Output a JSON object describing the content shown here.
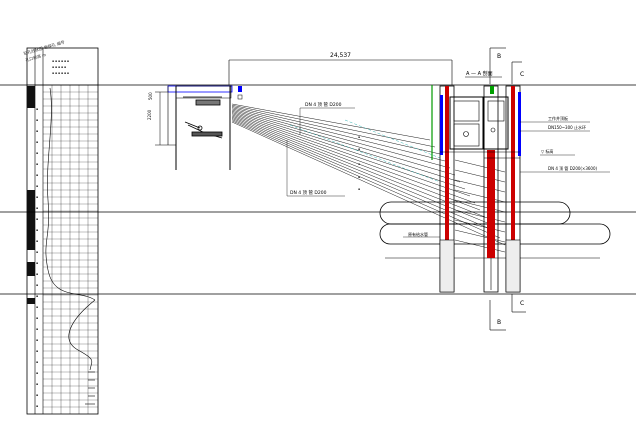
{
  "dimensions": {
    "top_span": "24,537"
  },
  "section_labels": {
    "b_top": "B",
    "c_top": "C",
    "b_bottom": "B",
    "c_bottom": "C"
  },
  "annotations": {
    "section_title": "A — A 剖面",
    "upper_callout": "DN 4 顶 管 D200",
    "lower_callout": "DN 4 顶 管 D200",
    "right_callout_1": "工作井顶板",
    "right_callout_2": "DN150~300 止水环",
    "right_callout_3": "DN 4 顶 管 D200(×3600)",
    "level_mark": "▽ 标高",
    "pipe_label": "原有给水管"
  },
  "colors": {
    "line": "#000000",
    "blue": "#0000ff",
    "red": "#cc0000",
    "green": "#009900",
    "cyan": "#00a0a0"
  }
}
